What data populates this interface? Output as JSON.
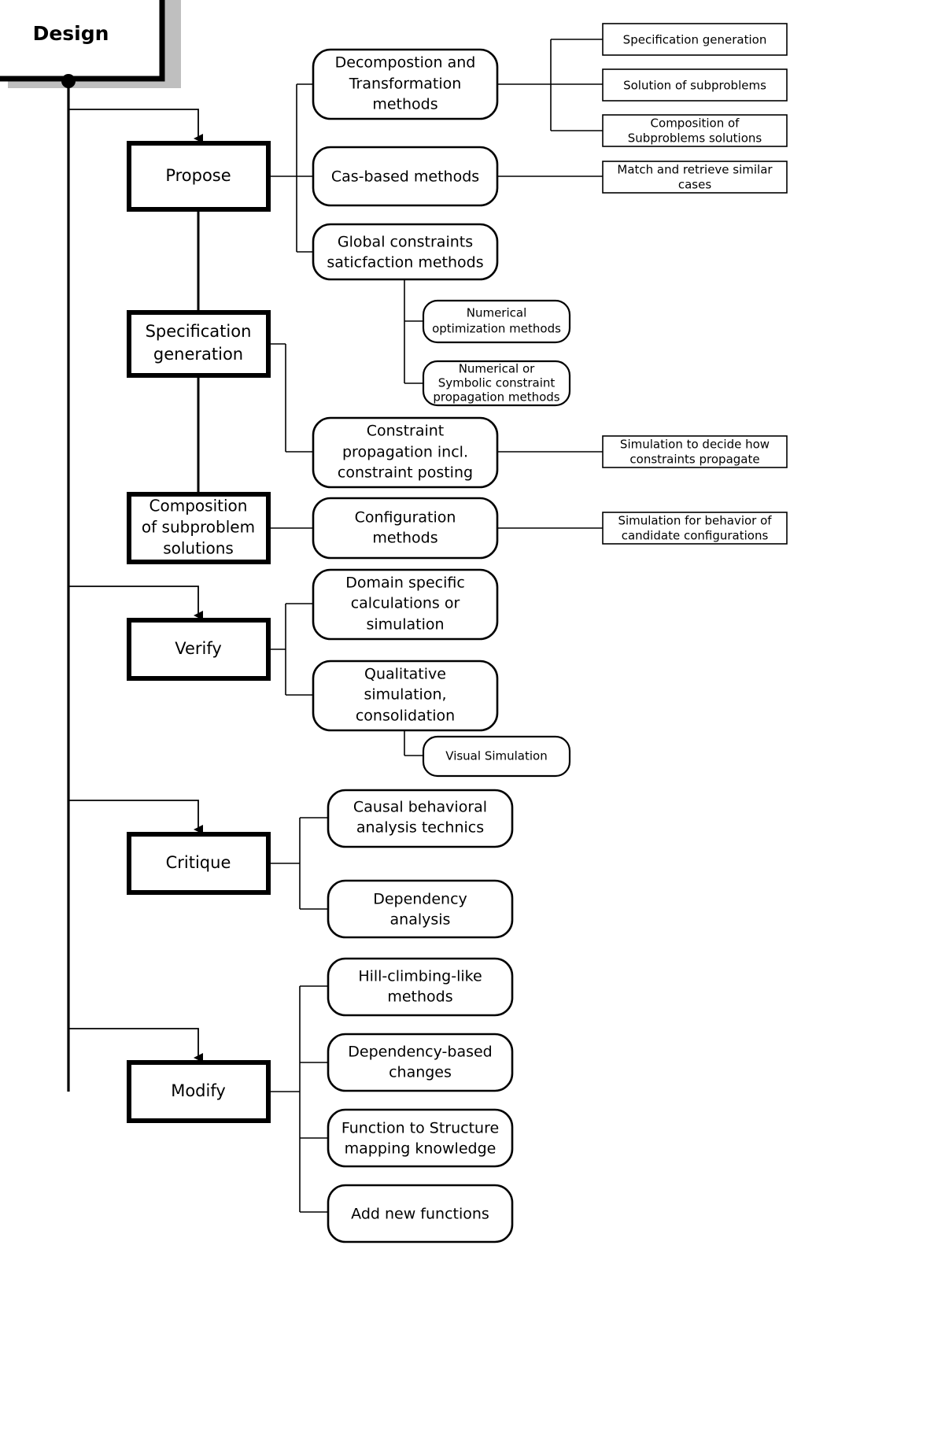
{
  "diagram": {
    "title": "Design",
    "type": "tree-diagram",
    "stages": [
      {
        "id": "propose",
        "label": "Propose"
      },
      {
        "id": "specification-generation",
        "label": "Specification\ngeneration"
      },
      {
        "id": "composition-of-subproblem-solutions",
        "label": "Composition\nof subproblem\nsolutions"
      },
      {
        "id": "verify",
        "label": "Verify"
      },
      {
        "id": "critique",
        "label": "Critique"
      },
      {
        "id": "modify",
        "label": "Modify"
      }
    ],
    "methods": [
      {
        "id": "decompostion-and-transformation-methods",
        "label": "Decompostion and\nTransformation\nmethods"
      },
      {
        "id": "cas-based-methods",
        "label": "Cas-based methods"
      },
      {
        "id": "global-constraints-saticfaction-methods",
        "label": "Global constraints\nsaticfaction methods"
      },
      {
        "id": "numerical-optimization-methods",
        "label": "Numerical\noptimization methods"
      },
      {
        "id": "numerical-or-symbolic-constraint-propagation-methods",
        "label": "Numerical or\nSymbolic constraint\npropagation methods"
      },
      {
        "id": "constraint-propagation-incl-constraint-posting",
        "label": "Constraint\npropagation incl.\nconstraint posting"
      },
      {
        "id": "configuration-methods",
        "label": "Configuration\nmethods"
      },
      {
        "id": "domain-specific-calculations-or-simulation",
        "label": "Domain specific\ncalculations or\nsimulation"
      },
      {
        "id": "qualitative-simulation-consolidation",
        "label": "Qualitative\nsimulation,\nconsolidation"
      },
      {
        "id": "visual-simulation",
        "label": "Visual Simulation"
      },
      {
        "id": "causal-behavioral-analysis-technics",
        "label": "Causal behavioral\nanalysis technics"
      },
      {
        "id": "dependency-analysis",
        "label": "Dependency\nanalysis"
      },
      {
        "id": "hill-climbing-like-methods",
        "label": "Hill-climbing-like\nmethods"
      },
      {
        "id": "dependency-based-changes",
        "label": "Dependency-based\nchanges"
      },
      {
        "id": "function-to-structure-mapping-knowledge",
        "label": "Function to Structure\nmapping knowledge"
      },
      {
        "id": "add-new-functions",
        "label": "Add new functions"
      }
    ],
    "outcomes": [
      {
        "id": "specification-generation-outcome",
        "label": "Specification generation"
      },
      {
        "id": "solution-of-subproblems",
        "label": "Solution of subproblems"
      },
      {
        "id": "composition-of-subproblems-solutions",
        "label": "Composition of\nSubproblems solutions"
      },
      {
        "id": "match-and-retrieve-similar-cases",
        "label": "Match and retrieve similar\ncases"
      },
      {
        "id": "simulation-to-decide-how-constraints-propagate",
        "label": "Simulation to decide how\nconstraints propagate"
      },
      {
        "id": "simulation-for-behavior-of-candidate-configurations",
        "label": "Simulation for behavior of\ncandidate configurations"
      }
    ],
    "colors": {
      "line": "#000000",
      "box_fill": "#ffffff",
      "shadow": "#bfbfbf",
      "text": "#000000"
    }
  }
}
